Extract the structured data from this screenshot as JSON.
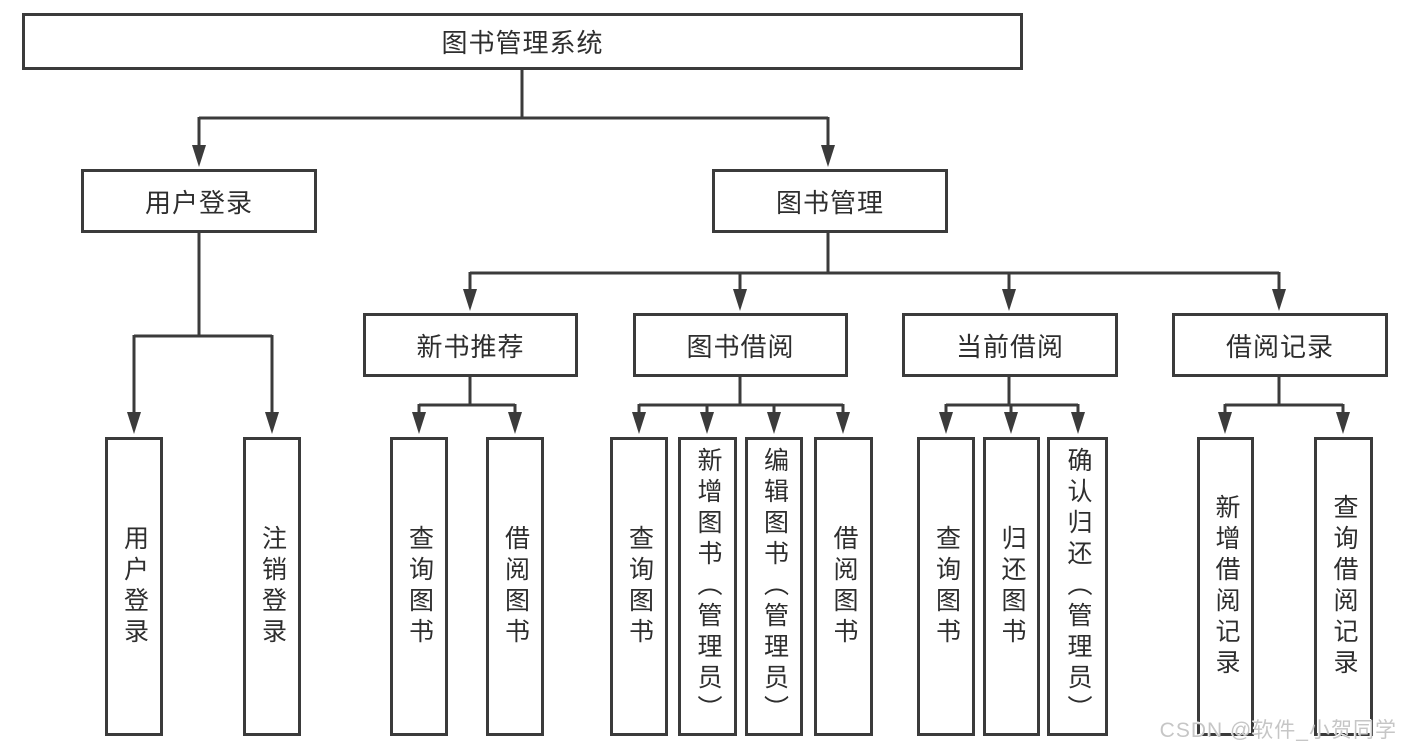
{
  "diagram": {
    "root": {
      "label": "图书管理系统"
    },
    "branches": [
      {
        "label": "用户登录",
        "children": [
          {
            "label": "用户登录"
          },
          {
            "label": "注销登录"
          }
        ]
      },
      {
        "label": "图书管理",
        "children": [
          {
            "label": "新书推荐",
            "children": [
              {
                "label": "查询图书"
              },
              {
                "label": "借阅图书"
              }
            ]
          },
          {
            "label": "图书借阅",
            "children": [
              {
                "label": "查询图书"
              },
              {
                "label": "新增图书（管理员）"
              },
              {
                "label": "编辑图书（管理员）"
              },
              {
                "label": "借阅图书"
              }
            ]
          },
          {
            "label": "当前借阅",
            "children": [
              {
                "label": "查询图书"
              },
              {
                "label": "归还图书"
              },
              {
                "label": "确认归还（管理员）"
              }
            ]
          },
          {
            "label": "借阅记录",
            "children": [
              {
                "label": "新增借阅记录"
              },
              {
                "label": "查询借阅记录"
              }
            ]
          }
        ]
      }
    ]
  },
  "watermark": {
    "text": "CSDN @软件_小贺同学",
    "color": "#c6c6c6"
  },
  "colors": {
    "line": "#3b3b3b",
    "text": "#2e2e2e",
    "background": "#ffffff"
  }
}
